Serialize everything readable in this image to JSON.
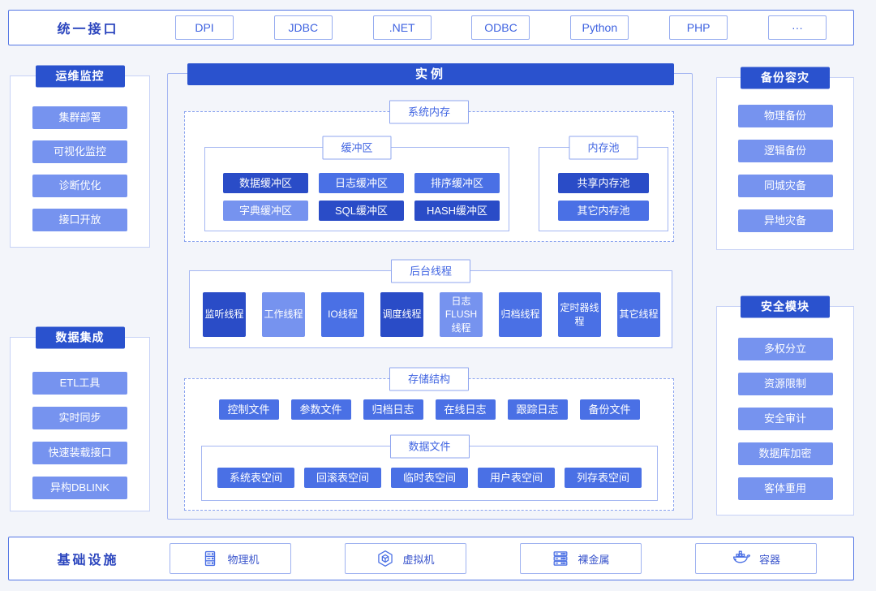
{
  "colors": {
    "page_bg": "#F3F5FA",
    "accent_royal": "#2A52CE",
    "chip_deep": "#2A4CC7",
    "chip_mid": "#4A70E5",
    "chip_light": "#7693EF",
    "label_blue": "#4165E2"
  },
  "top_bar": {
    "title": "统一接口",
    "buttons": [
      "DPI",
      "JDBC",
      ".NET",
      "ODBC",
      "Python",
      "PHP",
      "···"
    ]
  },
  "panels": {
    "ops": {
      "title": "运维监控",
      "items": [
        "集群部署",
        "可视化监控",
        "诊断优化",
        "接口开放"
      ]
    },
    "data_integration": {
      "title": "数据集成",
      "items": [
        "ETL工具",
        "实时同步",
        "快速装载接口",
        "异构DBLINK"
      ]
    },
    "backup": {
      "title": "备份容灾",
      "items": [
        "物理备份",
        "逻辑备份",
        "同城灾备",
        "异地灾备"
      ]
    },
    "security": {
      "title": "安全模块",
      "items": [
        "多权分立",
        "资源限制",
        "安全审计",
        "数据库加密",
        "客体重用"
      ]
    }
  },
  "instance": {
    "title": "实例",
    "system_memory": {
      "label": "系统内存",
      "buffer": {
        "label": "缓冲区",
        "items": [
          {
            "label": "数据缓冲区",
            "tone": "deep"
          },
          {
            "label": "日志缓冲区",
            "tone": "mid"
          },
          {
            "label": "排序缓冲区",
            "tone": "mid"
          },
          {
            "label": "字典缓冲区",
            "tone": "light"
          },
          {
            "label": "SQL缓冲区",
            "tone": "deep"
          },
          {
            "label": "HASH缓冲区",
            "tone": "deep"
          }
        ]
      },
      "memory_pool": {
        "label": "内存池",
        "items": [
          {
            "label": "共享内存池",
            "tone": "deep"
          },
          {
            "label": "其它内存池",
            "tone": "mid"
          }
        ]
      }
    },
    "background_threads": {
      "label": "后台线程",
      "items": [
        {
          "label": "监听线程",
          "tone": "deep"
        },
        {
          "label": "工作线程",
          "tone": "light"
        },
        {
          "label": "IO线程",
          "tone": "mid"
        },
        {
          "label": "调度线程",
          "tone": "deep"
        },
        {
          "label": "日志FLUSH线程",
          "tone": "light"
        },
        {
          "label": "归档线程",
          "tone": "mid"
        },
        {
          "label": "定时器线程",
          "tone": "mid"
        },
        {
          "label": "其它线程",
          "tone": "mid"
        }
      ]
    },
    "storage": {
      "label": "存储结构",
      "files": [
        {
          "label": "控制文件",
          "tone": "mid"
        },
        {
          "label": "参数文件",
          "tone": "mid"
        },
        {
          "label": "归档日志",
          "tone": "mid"
        },
        {
          "label": "在线日志",
          "tone": "mid"
        },
        {
          "label": "跟踪日志",
          "tone": "mid"
        },
        {
          "label": "备份文件",
          "tone": "mid"
        }
      ],
      "data_files": {
        "label": "数据文件",
        "items": [
          {
            "label": "系统表空间",
            "tone": "mid"
          },
          {
            "label": "回滚表空间",
            "tone": "mid"
          },
          {
            "label": "临时表空间",
            "tone": "mid"
          },
          {
            "label": "用户表空间",
            "tone": "mid"
          },
          {
            "label": "列存表空间",
            "tone": "mid"
          }
        ]
      }
    }
  },
  "bottom_bar": {
    "title": "基础设施",
    "items": [
      {
        "label": "物理机",
        "icon": "server-icon"
      },
      {
        "label": "虚拟机",
        "icon": "vm-icon"
      },
      {
        "label": "裸金属",
        "icon": "rack-icon"
      },
      {
        "label": "容器",
        "icon": "docker-icon"
      }
    ]
  }
}
